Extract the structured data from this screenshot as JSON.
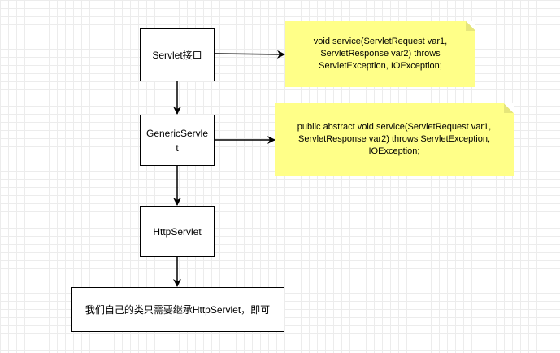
{
  "nodes": {
    "servlet_interface": "Servlet接口",
    "generic_servlet": "GenericServlet",
    "http_servlet": "HttpServlet",
    "our_class": "我们自己的类只需要继承HttpServlet，即可"
  },
  "notes": {
    "servlet_service": "void service(ServletRequest var1, ServletResponse var2) throws ServletException, IOException;",
    "generic_service": "public abstract void service(ServletRequest var1, ServletResponse var2) throws ServletException, IOException;"
  },
  "colors": {
    "note_background": "#ffff88",
    "box_border": "#000000",
    "grid": "#ececec"
  }
}
